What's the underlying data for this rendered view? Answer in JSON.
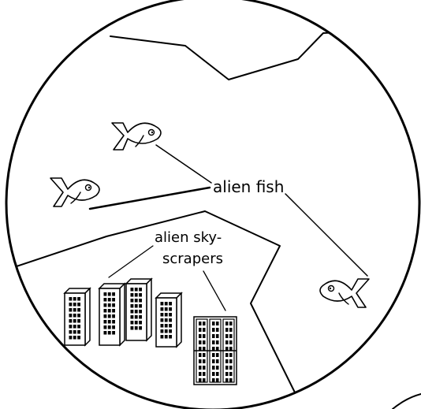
{
  "labels": {
    "fish": "alien fish",
    "skyscrapers_line1": "alien sky-",
    "skyscrapers_line2": "scrapers"
  },
  "colors": {
    "ink": "#000000",
    "background": "#ffffff",
    "window": "#000000"
  },
  "illustration": {
    "fish_count": 3,
    "skyscraper_count": 5
  }
}
